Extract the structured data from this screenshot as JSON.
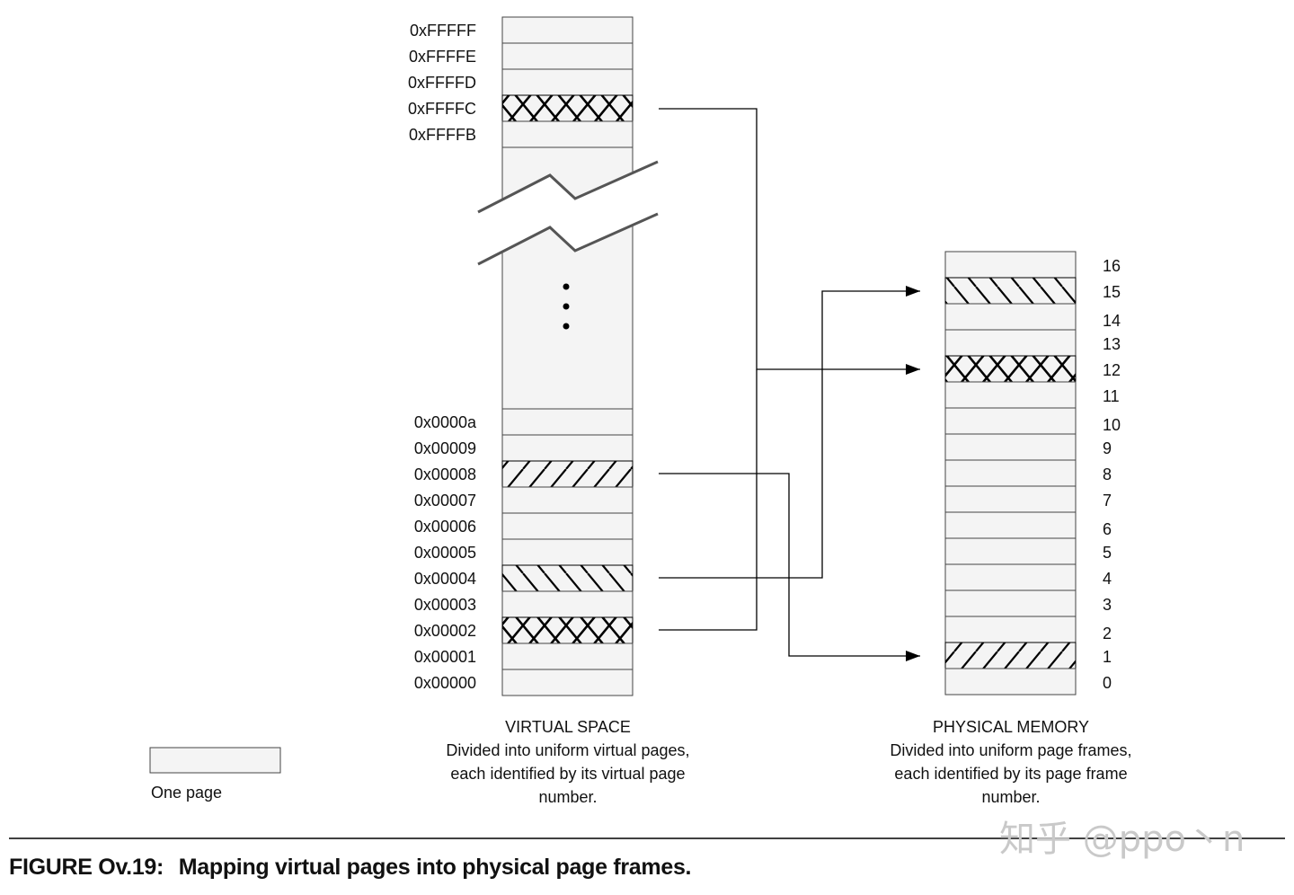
{
  "virtual_space": {
    "top_labels": [
      "0xFFFFF",
      "0xFFFFE",
      "0xFFFFD",
      "0xFFFFC",
      "0xFFFFB"
    ],
    "bottom_labels": [
      "0x0000a",
      "0x00009",
      "0x00008",
      "0x00007",
      "0x00006",
      "0x00005",
      "0x00004",
      "0x00003",
      "0x00002",
      "0x00001",
      "0x00000"
    ],
    "caption": [
      "VIRTUAL SPACE",
      "Divided into uniform virtual pages,",
      "each identified by its virtual page",
      "number."
    ]
  },
  "physical_memory": {
    "frame_labels": [
      "16",
      "15",
      "14",
      "13",
      "12",
      "11",
      "10",
      "9",
      "8",
      "7",
      "6",
      "5",
      "4",
      "3",
      "2",
      "1",
      "0"
    ],
    "caption": [
      "PHYSICAL MEMORY",
      "Divided into uniform page frames,",
      "each identified by its page frame",
      "number."
    ]
  },
  "legend": {
    "label": "One page"
  },
  "figure_caption": {
    "label": "FIGURE Ov.19:",
    "text": "Mapping virtual pages into physical page frames."
  },
  "watermark": "知乎 @ppo丶n"
}
